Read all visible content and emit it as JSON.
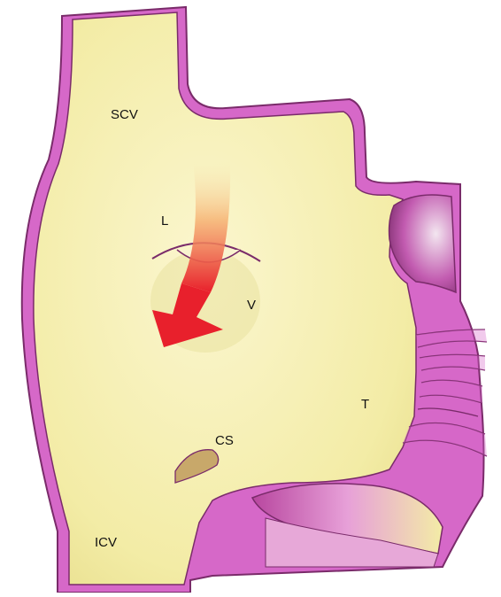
{
  "labels": {
    "scv": "SCV",
    "l": "L",
    "v": "V",
    "t": "T",
    "cs": "CS",
    "icv": "ICV"
  },
  "colors": {
    "wall": "#d668c8",
    "wall_outline": "#7a2b6a",
    "chamber_fill": "#f6f0b4",
    "arrow": "#e8202c",
    "arrow_fade": "#f4a15a"
  }
}
